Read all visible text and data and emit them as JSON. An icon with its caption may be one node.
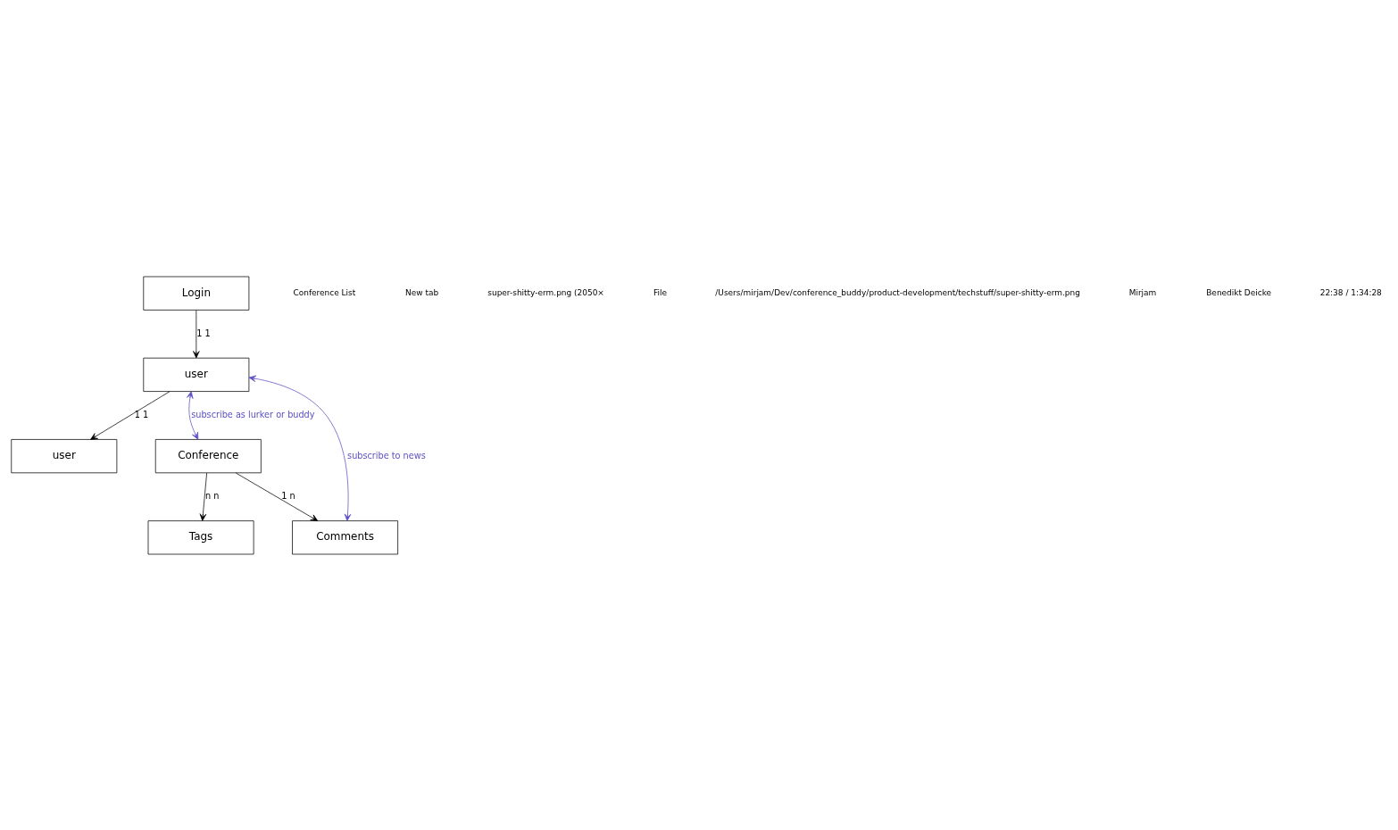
{
  "diagram": {
    "nodes": [
      {
        "text": [
          "Login"
        ]
      },
      {
        "text": [
          "user"
        ]
      },
      {
        "text": [
          "user"
        ]
      },
      {
        "text": [
          "Conference"
        ]
      },
      {
        "text": [
          "Comments"
        ]
      },
      {
        "text": [
          "Tags"
        ]
      }
    ],
    "edges": [
      {
        "from": 0,
        "to": 1,
        "arrow": "to",
        "label": "1 1"
      },
      {
        "from": 1,
        "to": 2,
        "arrow": "to",
        "label": "1 1"
      },
      {
        "from": 1,
        "to": 3,
        "arrow": "both",
        "label": "subscribe as lurker or buddy",
        "color": "#5b4fc4"
      },
      {
        "from": 3,
        "to": 4,
        "arrow": "to",
        "label": "1 n"
      },
      {
        "from": 3,
        "to": 5,
        "arrow": "to",
        "label": "n n"
      },
      {
        "from": 1,
        "to": 4,
        "arrow": "both",
        "label": "subscribe to news",
        "color": "#5b4fc4"
      }
    ],
    "labels": [
      "Conference List",
      "New tab",
      "super-shitty-erm.png (2050×",
      "File",
      "/Users/mirjam/Dev/conference_buddy/product-development/techstuff/super-shitty-erm.png",
      "Mirjam",
      "Benedikt Deicke",
      "22:38 / 1:34:28"
    ]
  }
}
